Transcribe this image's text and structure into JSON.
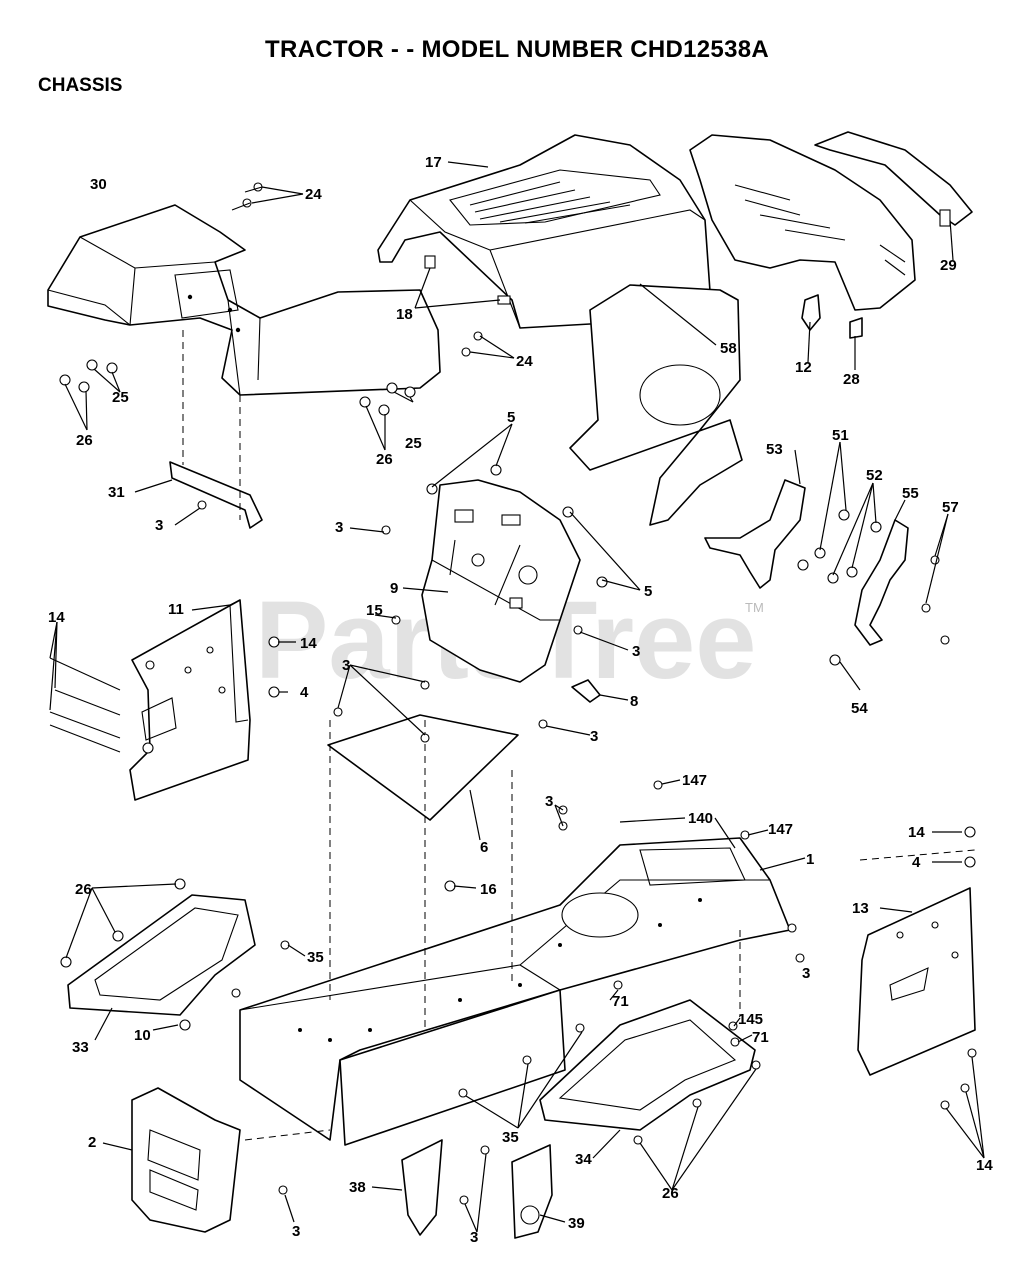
{
  "header": {
    "title": "TRACTOR - - MODEL NUMBER CHD12538A",
    "section": "CHASSIS"
  },
  "watermark": {
    "text": "PartsTree",
    "tm": "TM"
  },
  "callouts": [
    {
      "id": "c30",
      "text": "30"
    },
    {
      "id": "c24a",
      "text": "24"
    },
    {
      "id": "c17",
      "text": "17"
    },
    {
      "id": "c29",
      "text": "29"
    },
    {
      "id": "c18",
      "text": "18"
    },
    {
      "id": "c24b",
      "text": "24"
    },
    {
      "id": "c12",
      "text": "12"
    },
    {
      "id": "c28",
      "text": "28"
    },
    {
      "id": "c26a",
      "text": "26"
    },
    {
      "id": "c25a",
      "text": "25"
    },
    {
      "id": "c26b",
      "text": "26"
    },
    {
      "id": "c25b",
      "text": "25"
    },
    {
      "id": "c58",
      "text": "58"
    },
    {
      "id": "c5a",
      "text": "5"
    },
    {
      "id": "c31",
      "text": "31"
    },
    {
      "id": "c3a",
      "text": "3"
    },
    {
      "id": "c3b",
      "text": "3"
    },
    {
      "id": "c53",
      "text": "53"
    },
    {
      "id": "c51",
      "text": "51"
    },
    {
      "id": "c52",
      "text": "52"
    },
    {
      "id": "c55",
      "text": "55"
    },
    {
      "id": "c57",
      "text": "57"
    },
    {
      "id": "c9",
      "text": "9"
    },
    {
      "id": "c5b",
      "text": "5"
    },
    {
      "id": "c11",
      "text": "11"
    },
    {
      "id": "c14a",
      "text": "14"
    },
    {
      "id": "c15",
      "text": "15"
    },
    {
      "id": "c14b",
      "text": "14"
    },
    {
      "id": "c3c",
      "text": "3"
    },
    {
      "id": "c4a",
      "text": "4"
    },
    {
      "id": "c3d",
      "text": "3"
    },
    {
      "id": "c54",
      "text": "54"
    },
    {
      "id": "c8",
      "text": "8"
    },
    {
      "id": "c3e",
      "text": "3"
    },
    {
      "id": "c147a",
      "text": "147"
    },
    {
      "id": "c3f",
      "text": "3"
    },
    {
      "id": "c140",
      "text": "140"
    },
    {
      "id": "c147b",
      "text": "147"
    },
    {
      "id": "c14c",
      "text": "14"
    },
    {
      "id": "c6",
      "text": "6"
    },
    {
      "id": "c1",
      "text": "1"
    },
    {
      "id": "c4b",
      "text": "4"
    },
    {
      "id": "c26c",
      "text": "26"
    },
    {
      "id": "c16",
      "text": "16"
    },
    {
      "id": "c13",
      "text": "13"
    },
    {
      "id": "c35a",
      "text": "35"
    },
    {
      "id": "c3g",
      "text": "3"
    },
    {
      "id": "c71a",
      "text": "71"
    },
    {
      "id": "c145",
      "text": "145"
    },
    {
      "id": "c71b",
      "text": "71"
    },
    {
      "id": "c33",
      "text": "33"
    },
    {
      "id": "c10",
      "text": "10"
    },
    {
      "id": "c2",
      "text": "2"
    },
    {
      "id": "c35b",
      "text": "35"
    },
    {
      "id": "c34",
      "text": "34"
    },
    {
      "id": "c14d",
      "text": "14"
    },
    {
      "id": "c26d",
      "text": "26"
    },
    {
      "id": "c38",
      "text": "38"
    },
    {
      "id": "c39",
      "text": "39"
    },
    {
      "id": "c3h",
      "text": "3"
    },
    {
      "id": "c3i",
      "text": "3"
    }
  ]
}
